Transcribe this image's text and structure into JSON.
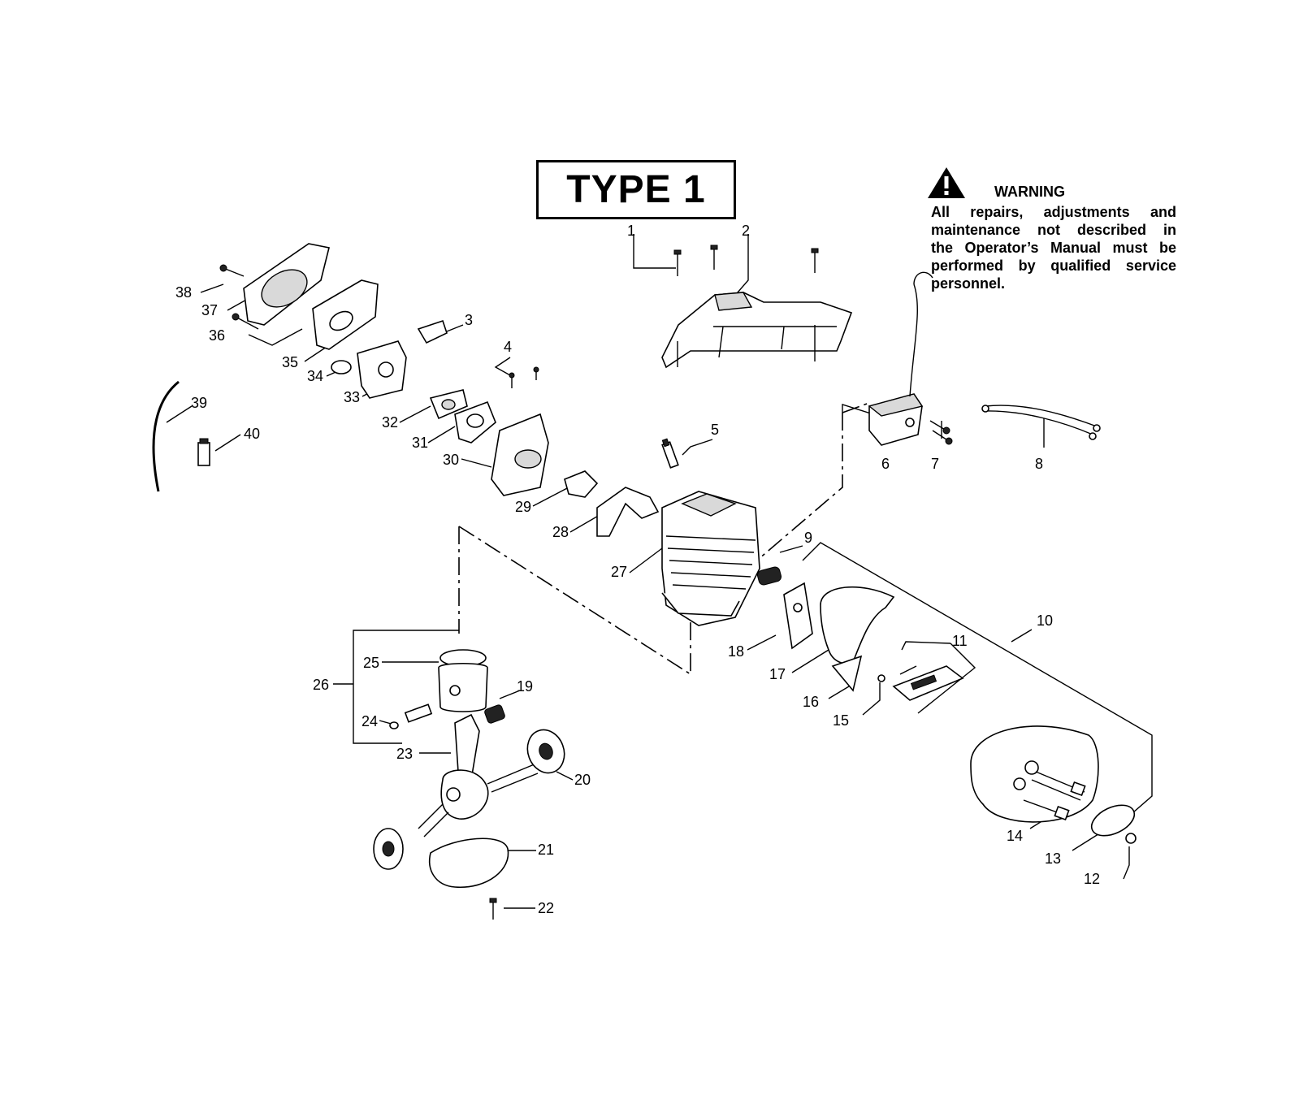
{
  "title": "TYPE 1",
  "warning": {
    "icon": "warning-triangle-icon",
    "heading": "WARNING",
    "lines": [
      "All repairs, adjustments and",
      "maintenance not described in",
      "the Operator’s Manual must be",
      "performed by qualified service",
      "personnel."
    ]
  },
  "callouts": [
    "1",
    "2",
    "3",
    "4",
    "5",
    "6",
    "7",
    "8",
    "9",
    "10",
    "11",
    "12",
    "13",
    "14",
    "15",
    "16",
    "17",
    "18",
    "19",
    "20",
    "21",
    "22",
    "23",
    "24",
    "25",
    "26",
    "27",
    "28",
    "29",
    "30",
    "31",
    "32",
    "33",
    "34",
    "35",
    "36",
    "37",
    "38",
    "39",
    "40"
  ]
}
